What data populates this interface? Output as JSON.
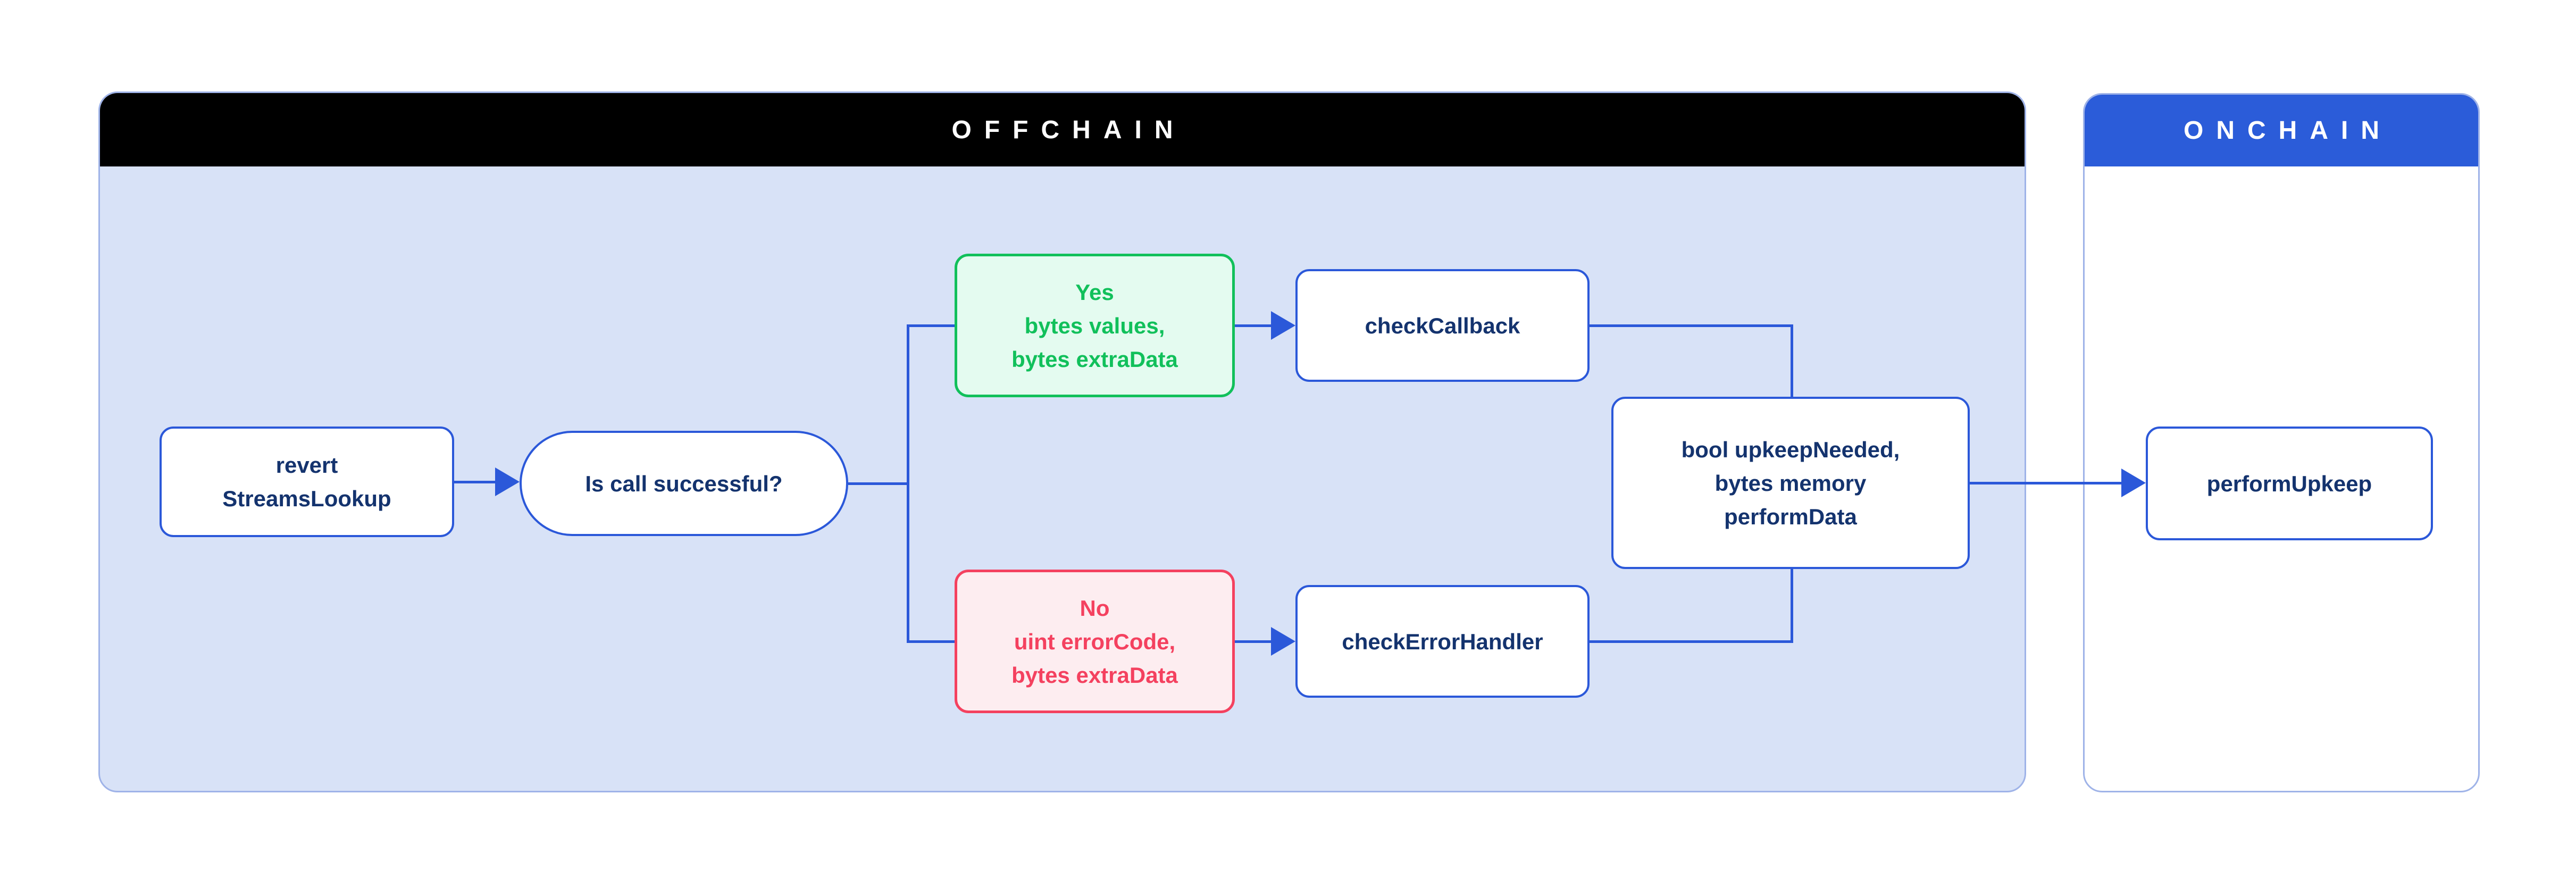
{
  "colors": {
    "line_blue": "#2B58D9",
    "navy_text": "#14336E",
    "onchain_header_blue": "#2B5CD9",
    "offchain_header_black": "#000000",
    "offchain_body": "#D8E2F7",
    "container_border": "#9FB3E8",
    "success_green": "#11C05B",
    "success_green_bg": "#E4FBF0",
    "error_red": "#F4415F",
    "error_red_bg": "#FDEDF0",
    "node_bg": "#FFFFFF",
    "canvas_bg": "#FFFFFF"
  },
  "offchain": {
    "title": "OFFCHAIN"
  },
  "onchain": {
    "title": "ONCHAIN"
  },
  "nodes": {
    "revert": "revert\nStreamsLookup",
    "decision": "Is call successful?",
    "yes_branch": "Yes\nbytes values,\nbytes extraData",
    "no_branch": "No\nuint errorCode,\nbytes extraData",
    "check_callback": "checkCallback",
    "check_error_handler": "checkErrorHandler",
    "upkeep_result": "bool upkeepNeeded,\nbytes memory\nperformData",
    "perform_upkeep": "performUpkeep"
  }
}
